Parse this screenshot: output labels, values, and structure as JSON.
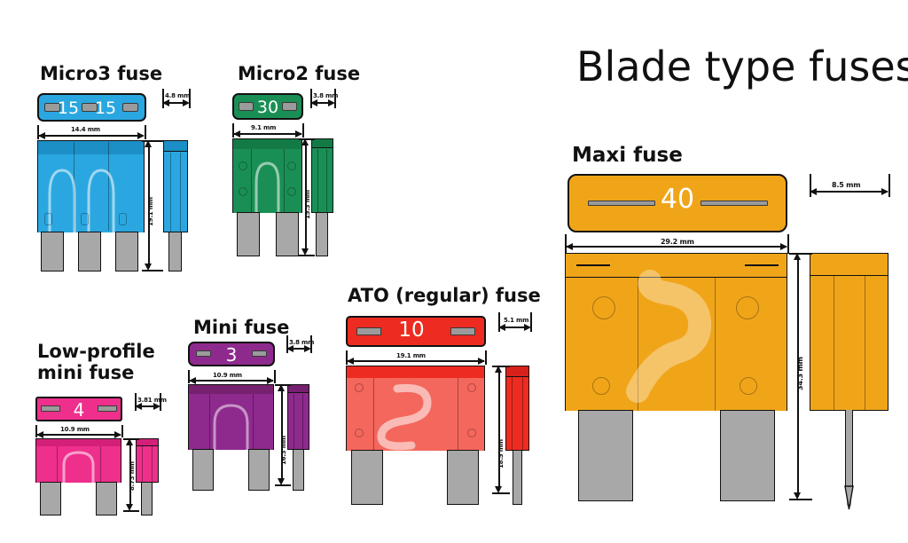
{
  "title": "Blade type fuses",
  "fuses": [
    {
      "id": "micro3",
      "name": "Micro3 fuse",
      "rating": "15",
      "rating2": "15",
      "color": "#2aa7e0",
      "color_dark": "#1b8fc6",
      "color_light": "#5cc0ea",
      "terminal_color": "#a8a8a8",
      "dim_width": "14.4 mm",
      "dim_height": "19.1 mm",
      "dim_thick": "4.8 mm"
    },
    {
      "id": "micro2",
      "name": "Micro2 fuse",
      "rating": "30",
      "color": "#1a8f55",
      "color_dark": "#137a46",
      "color_light": "#47ad77",
      "terminal_color": "#a8a8a8",
      "dim_width": "9.1 mm",
      "dim_height": "15.3 mm",
      "dim_thick": "3.8 mm"
    },
    {
      "id": "lowprofile",
      "name": "Low-profile",
      "name2": "mini fuse",
      "rating": "4",
      "color": "#ef2f8c",
      "color_dark": "#d41f78",
      "color_light": "#f76ab0",
      "terminal_color": "#a8a8a8",
      "dim_width": "10.9 mm",
      "dim_height": "8.73 mm",
      "dim_thick": "3.81 mm"
    },
    {
      "id": "mini",
      "name": "Mini fuse",
      "rating": "3",
      "color": "#8e2a8e",
      "color_dark": "#76206f",
      "color_light": "#a744a4",
      "terminal_color": "#a8a8a8",
      "dim_width": "10.9 mm",
      "dim_height": "16.3 mm",
      "dim_thick": "3.8 mm"
    },
    {
      "id": "ato",
      "name": "ATO (regular) fuse",
      "rating": "10",
      "color": "#ee2b20",
      "color_dark": "#d8211a",
      "color_light": "#f4675d",
      "terminal_color": "#a8a8a8",
      "dim_width": "19.1 mm",
      "dim_height": "18.5 mm",
      "dim_thick": "5.1 mm"
    },
    {
      "id": "maxi",
      "name": "Maxi fuse",
      "rating": "40",
      "color": "#f0a519",
      "color_dark": "#e09614",
      "color_light": "#f5b93f",
      "terminal_color": "#a8a8a8",
      "dim_width": "29.2 mm",
      "dim_height": "34.3 mm",
      "dim_thick": "8.5 mm"
    }
  ]
}
